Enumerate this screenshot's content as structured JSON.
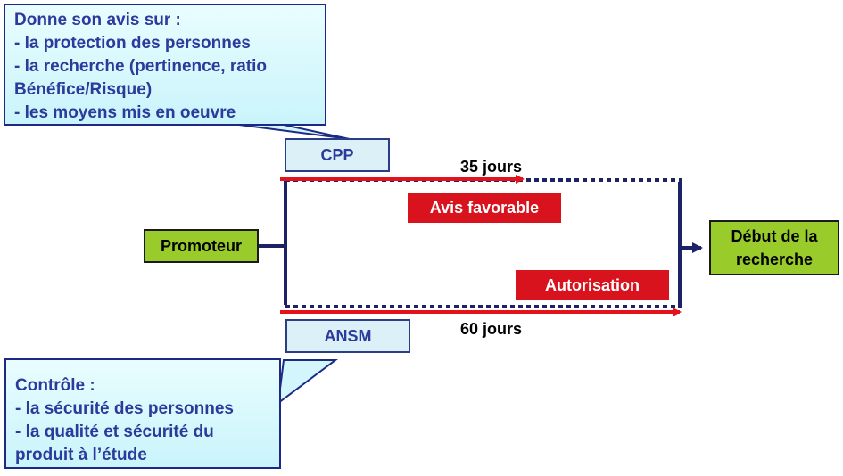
{
  "cpp_callout": {
    "lines": [
      "Donne son avis sur :",
      "- la protection des personnes",
      "- la recherche (pertinence, ratio",
      "Bénéfice/Risque)",
      "- les moyens mis en oeuvre"
    ]
  },
  "ansm_callout": {
    "lines": [
      "Contrôle :",
      "- la sécurité des personnes",
      "- la qualité et sécurité du",
      "produit à l’étude"
    ]
  },
  "nodes": {
    "cpp": "CPP",
    "ansm": "ANSM",
    "promoteur": "Promoteur",
    "debut_line1": "Début de la",
    "debut_line2": "recherche"
  },
  "labels": {
    "avis_favorable": "Avis favorable",
    "autorisation": "Autorisation",
    "days_cpp": "35 jours",
    "days_ansm": "60 jours"
  },
  "colors": {
    "navy": "#1c2268",
    "arrow_red": "#e3121b",
    "callout_border": "#1c2a86",
    "green_box": "#99cc2b",
    "red_label": "#d8131e"
  }
}
